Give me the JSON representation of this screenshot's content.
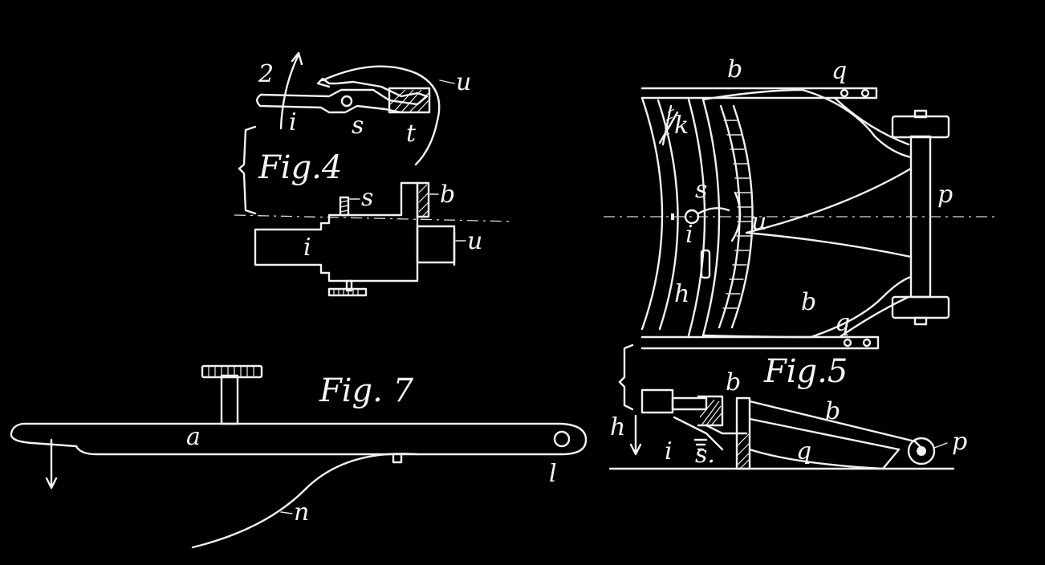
{
  "figures": {
    "fig4": {
      "title": "Fig.4",
      "labels": {
        "two": "2",
        "u_top": "u",
        "i_top": "i",
        "s_top": "s",
        "t": "t",
        "s_bottom": "s",
        "b": "b",
        "i_bottom": "i",
        "u_bottom": "u"
      }
    },
    "fig5": {
      "title": "Fig.5",
      "labels": {
        "b_top": "b",
        "q_top": "q",
        "k": "k",
        "s": "s",
        "i": "i",
        "u": "u",
        "p": "p",
        "h": "h",
        "b_mid": "b",
        "q_mid": "q",
        "b_side": "b",
        "b_side2": "b",
        "h_side": "h",
        "i_side": "i",
        "s_side": "s.",
        "q_side": "q",
        "p_side": "p"
      }
    },
    "fig7": {
      "title": "Fig. 7",
      "labels": {
        "a": "a",
        "l": "l",
        "n": "n"
      }
    }
  }
}
